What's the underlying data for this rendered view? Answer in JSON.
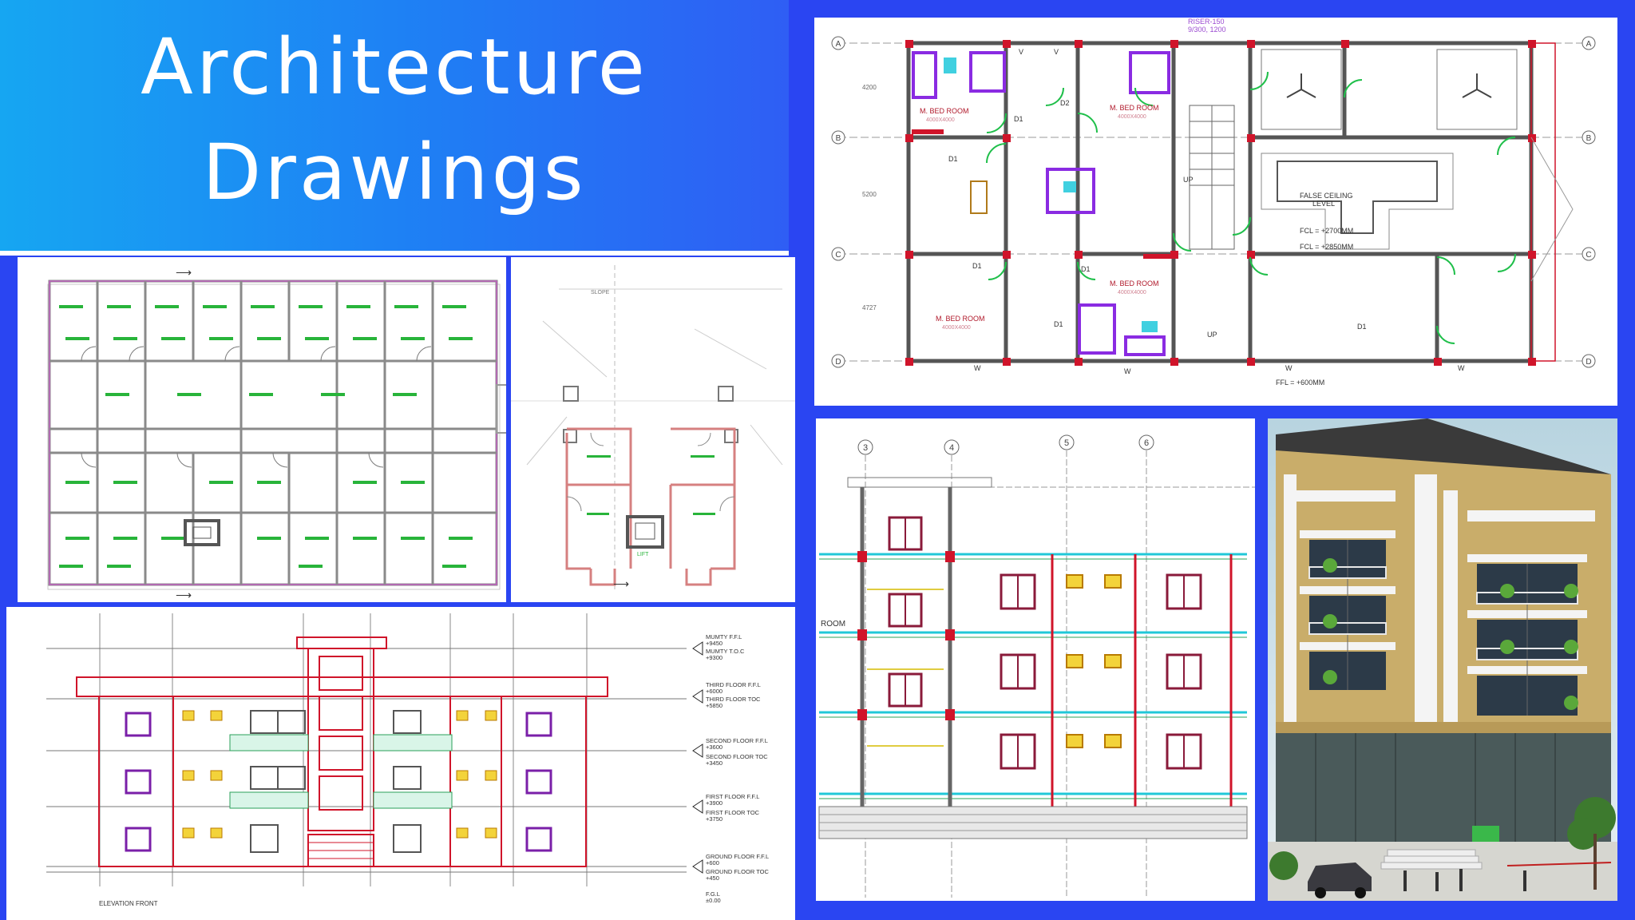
{
  "banner": {
    "title_line1": "Architecture",
    "title_line2": "Drawings"
  },
  "colors": {
    "background": "#2a45f2",
    "banner_start": "#16a6f2",
    "banner_end": "#2f5ef4",
    "wall_red": "#d0142a",
    "window_purple": "#7a1fa8",
    "furniture_purple": "#8a2be2",
    "door_green": "#1fbf4a",
    "cyan_line": "#20c8d8"
  },
  "floor_plan": {
    "riser_label": "RISER-150",
    "riser_dim": "9/300, 1200",
    "grid_a": "A",
    "grid_b": "B",
    "grid_c": "C",
    "grid_d": "D",
    "room_master_1": "M. BED ROOM",
    "room_master_2": "M. BED ROOM",
    "room_master_3": "M. BED ROOM",
    "room_master_4": "M. BED ROOM",
    "room_dim_1": "4000X4000",
    "room_dim_2": "4000X4000",
    "room_dim_3": "4000X4000",
    "room_dim_4": "4000X4000",
    "false_ceiling_1": "FALSE CEILING",
    "false_ceiling_2": "LEVEL",
    "fcl_1": "FCL = +2700MM",
    "fcl_2": "FCL = +2850MM",
    "ffl": "FFL = +600MM",
    "up_1": "UP",
    "up_2": "UP",
    "dim_left_1": "4200",
    "dim_left_2": "5200",
    "dim_left_3": "4727",
    "door_d1": "D1",
    "door_d2": "D2",
    "window_w": "W",
    "window_v": "V"
  },
  "elevation_front": {
    "label": "ELEVATION FRONT",
    "levels": [
      {
        "name": "MUMTY F.F.L",
        "value": "+9450"
      },
      {
        "name": "MUMTY T.O.C",
        "value": "+9300"
      },
      {
        "name": "THIRD FLOOR F.F.L",
        "value": "+6000"
      },
      {
        "name": "THIRD FLOOR TOC",
        "value": "+5850"
      },
      {
        "name": "SECOND FLOOR F.F.L",
        "value": "+3600"
      },
      {
        "name": "SECOND FLOOR TOC",
        "value": "+3450"
      },
      {
        "name": "FIRST FLOOR F.F.L",
        "value": "+3900"
      },
      {
        "name": "FIRST FLOOR TOC",
        "value": "+3750"
      },
      {
        "name": "GROUND FLOOR F.F.L",
        "value": "+600"
      },
      {
        "name": "GROUND FLOOR TOC",
        "value": "+450"
      },
      {
        "name": "F.G.L",
        "value": "±0.00"
      }
    ]
  },
  "elevation_detail": {
    "grid_3": "3",
    "grid_4": "4",
    "grid_5": "5",
    "grid_6": "6",
    "room_label": "ROOM"
  },
  "apartment_plan": {
    "label_slope": "SLOPE",
    "label_lift": "LIFT"
  }
}
